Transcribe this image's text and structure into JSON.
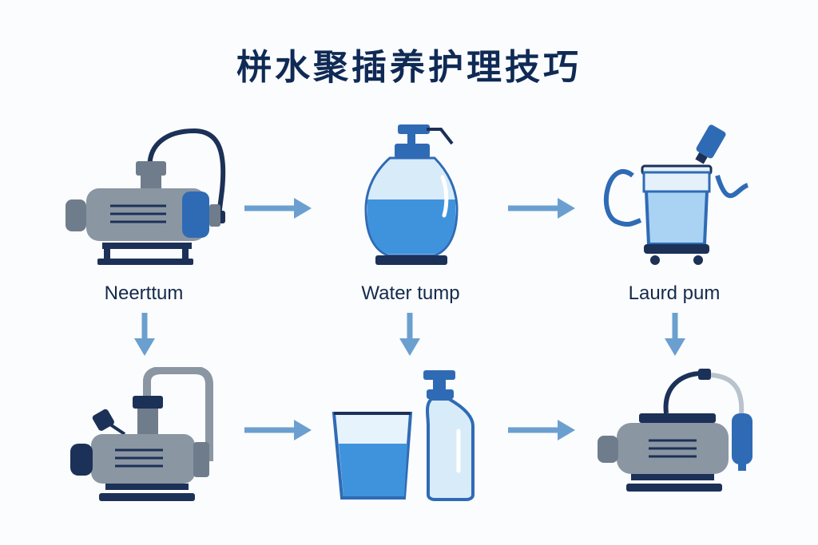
{
  "title": "栟水聚插养护理技巧",
  "labels": {
    "top_left": "Neerttum",
    "top_middle": "Water tump",
    "top_right": "Laurd pum"
  },
  "colors": {
    "title": "#0f2a55",
    "navy": "#1c3157",
    "steel": "#6f7c8b",
    "steel_light": "#9aa6b3",
    "water": "#5aa7e6",
    "water_light": "#cfe6f8",
    "arrow": "#6b9fd0"
  },
  "icons": [
    "pump-with-hose-icon",
    "water-bottle-icon",
    "bucket-pot-icon",
    "pump-with-pipe-icon",
    "beaker-and-spray-bottle-icon",
    "compact-pump-icon"
  ]
}
